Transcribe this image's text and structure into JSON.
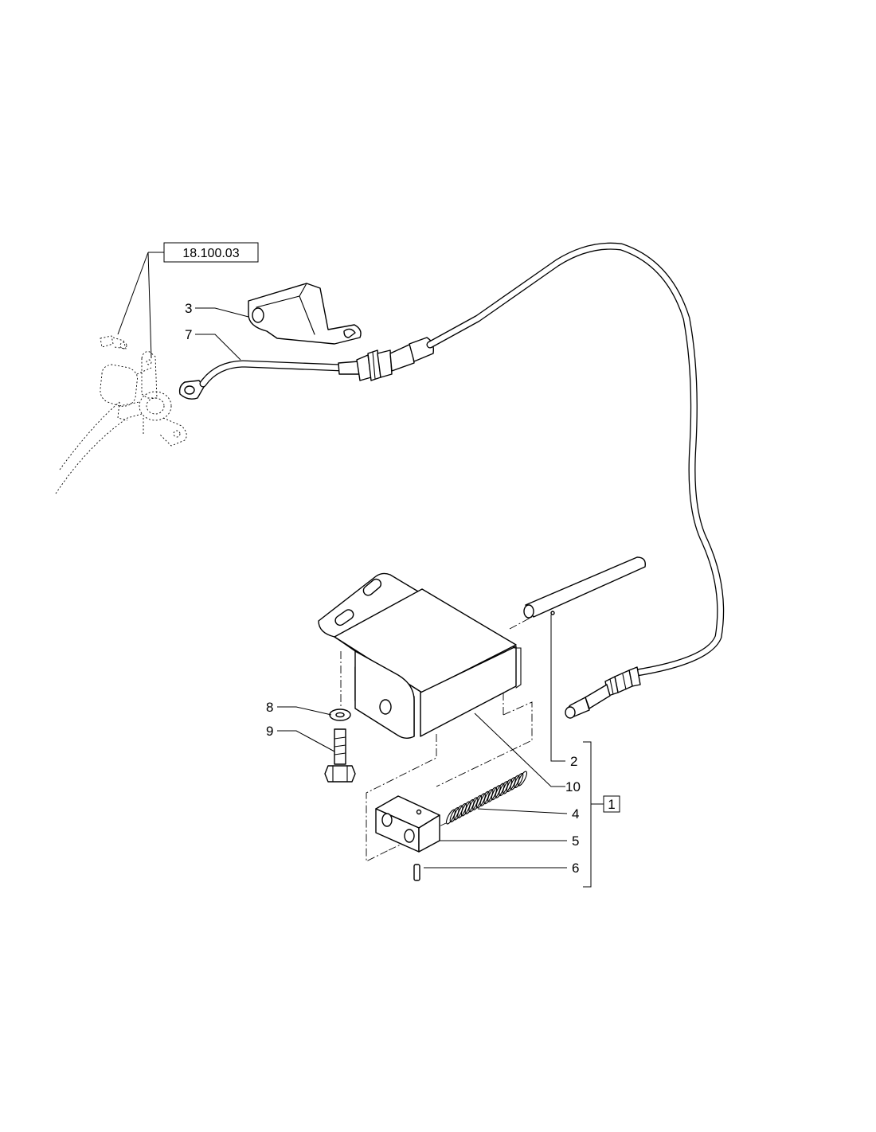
{
  "reference_box": {
    "label": "18.100.03"
  },
  "assembly_box": {
    "label": "1"
  },
  "callouts": {
    "c2": "2",
    "c3": "3",
    "c4": "4",
    "c5": "5",
    "c6": "6",
    "c7": "7",
    "c8": "8",
    "c9": "9",
    "c10": "10"
  },
  "colors": {
    "line": "#000000",
    "background": "#ffffff"
  }
}
